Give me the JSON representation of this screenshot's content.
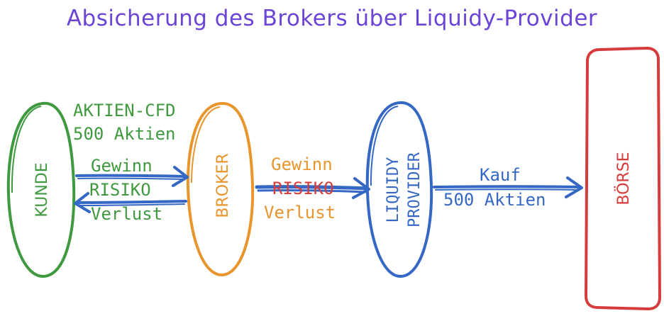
{
  "title": "Absicherung des Brokers über Liquidy-Provider",
  "colors": {
    "title": "#6b43d6",
    "kunde": "#3f9a3f",
    "broker": "#e8952e",
    "provider": "#3568c4",
    "boerse": "#d63c3c",
    "arrow": "#3568c4"
  },
  "nodes": {
    "kunde": "KUNDE",
    "broker": "BROKER",
    "provider_line1": "LIQUIDY",
    "provider_line2": "PROVIDER",
    "boerse": "BÖRSE"
  },
  "labels": {
    "cfd_line1": "AKTIEN-CFD",
    "cfd_line2": "500 Aktien",
    "kb_gewinn": "Gewinn",
    "kb_risiko": "RISIKO",
    "kb_verlust": "Verlust",
    "bp_gewinn": "Gewinn",
    "bp_risiko": "RISIKO",
    "bp_verlust": "Verlust",
    "kauf": "Kauf",
    "kauf_aktien": "500 Aktien"
  }
}
